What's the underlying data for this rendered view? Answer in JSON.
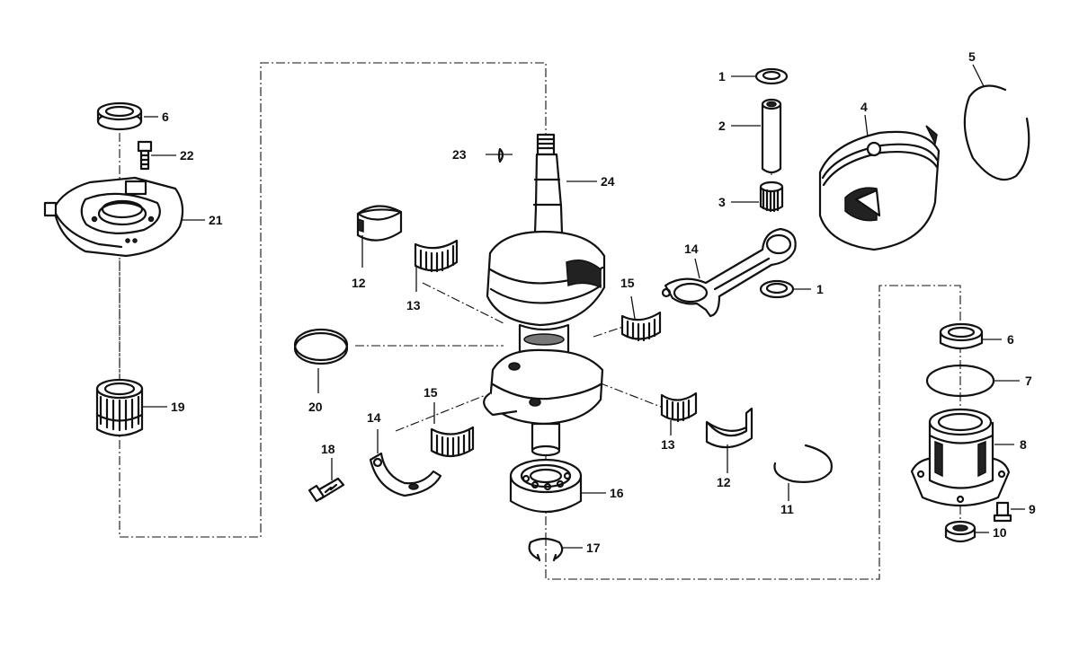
{
  "callouts": {
    "c1a": "1",
    "c1b": "1",
    "c2": "2",
    "c3": "3",
    "c4": "4",
    "c5": "5",
    "c6a": "6",
    "c6b": "6",
    "c7": "7",
    "c8": "8",
    "c9": "9",
    "c10": "10",
    "c11": "11",
    "c12a": "12",
    "c12b": "12",
    "c13a": "13",
    "c13b": "13",
    "c14a": "14",
    "c14b": "14",
    "c15a": "15",
    "c15b": "15",
    "c16": "16",
    "c17": "17",
    "c18": "18",
    "c19": "19",
    "c20": "20",
    "c21": "21",
    "c22": "22",
    "c23": "23",
    "c24": "24"
  }
}
